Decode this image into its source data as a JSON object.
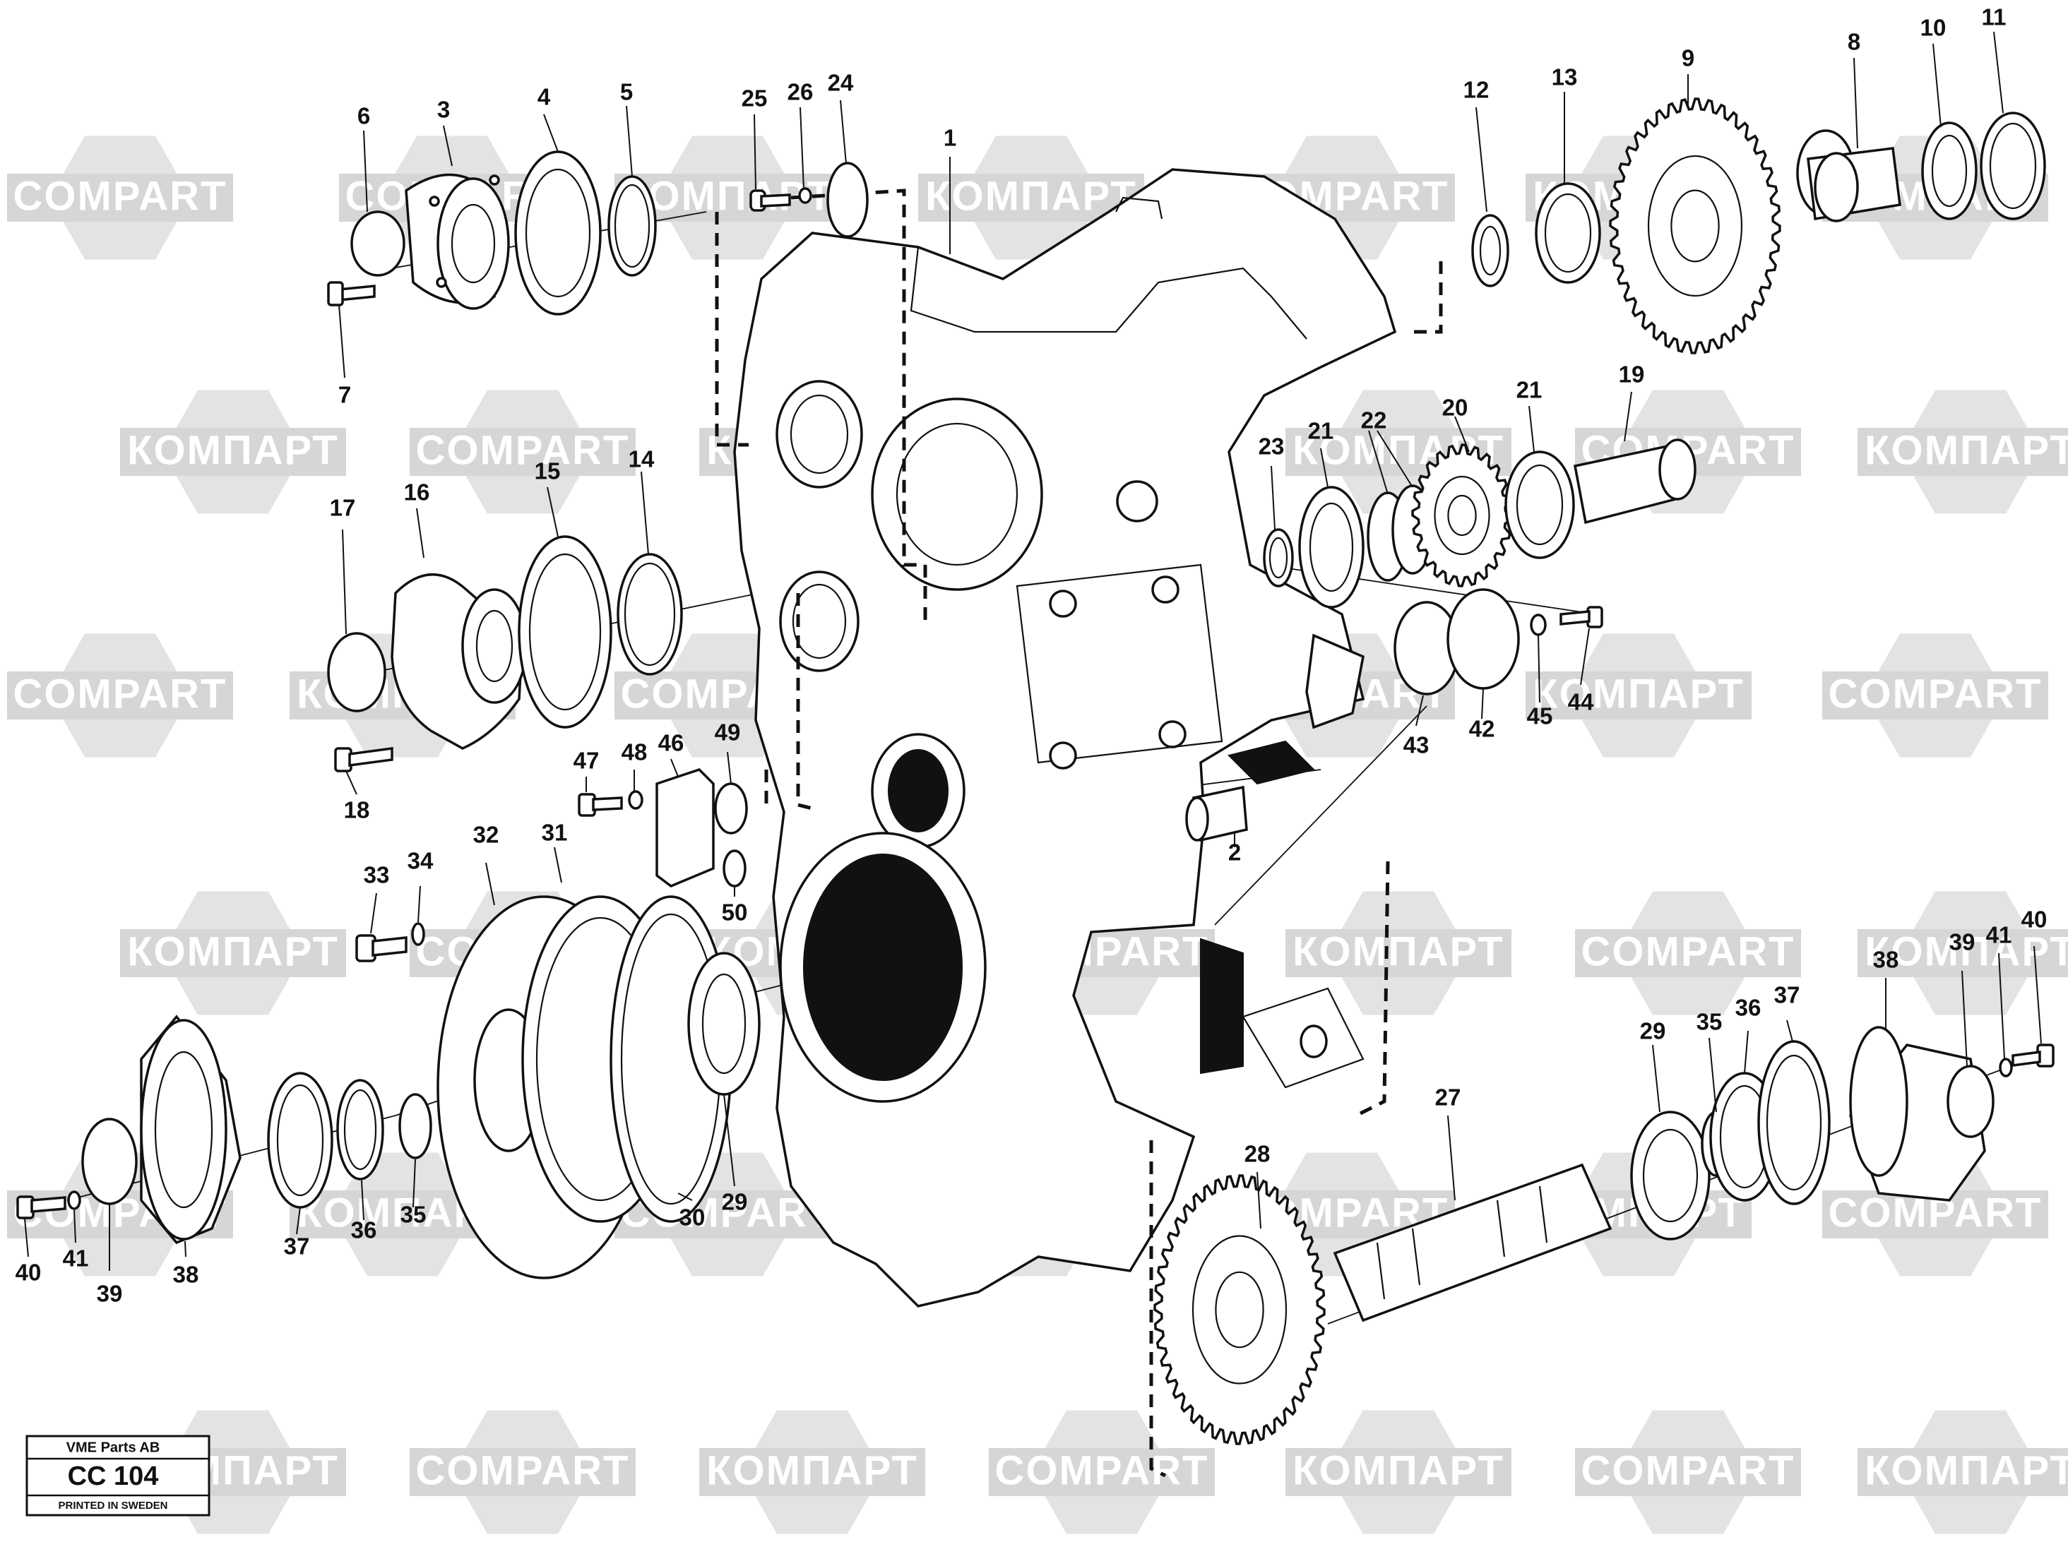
{
  "watermark": {
    "latin": "COMPART",
    "cyrillic": "КОМПАРТ"
  },
  "label_box": {
    "company": "VME Parts AB",
    "code": "CC 104",
    "printed": "PRINTED IN SWEDEN"
  },
  "callouts": [
    "1",
    "2",
    "3",
    "4",
    "5",
    "6",
    "7",
    "8",
    "9",
    "10",
    "11",
    "12",
    "13",
    "14",
    "15",
    "16",
    "17",
    "18",
    "19",
    "20",
    "21",
    "21",
    "22",
    "23",
    "24",
    "25",
    "26",
    "27",
    "28",
    "29",
    "29",
    "30",
    "31",
    "32",
    "33",
    "34",
    "35",
    "35",
    "36",
    "36",
    "37",
    "37",
    "38",
    "38",
    "39",
    "39",
    "40",
    "40",
    "41",
    "41",
    "42",
    "43",
    "44",
    "45",
    "46",
    "47",
    "48",
    "49",
    "50"
  ]
}
